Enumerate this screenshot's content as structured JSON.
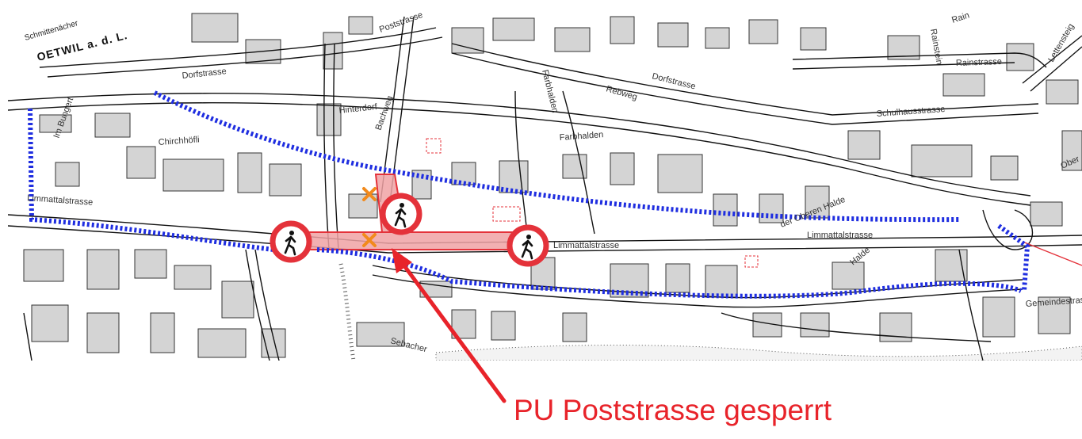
{
  "map": {
    "place_label": "OETWIL a. d. L.",
    "streets": {
      "schmittenacher": "Schmittenächer",
      "dorfstrasse_nw": "Dorfstrasse",
      "poststrasse": "Poststrasse",
      "rain": "Rain",
      "rainstrasse": "Rainstrasse",
      "rainstein": "Rainstein",
      "lettensteig": "Lettensteig",
      "dorfstrasse_ne": "Dorfstrasse",
      "schulhausstrasse": "Schulhausstrasse",
      "im_bungert": "Im Bungert",
      "chirchhof": "Chirchhöfli",
      "hinterdorf": "Hinterdorf",
      "bachweg": "Bachweg",
      "farbhalden_v": "Farbhalden",
      "farbhalden_h": "Farbhalden",
      "rebweg": "Rebweg",
      "limmattalstrasse_w": "Limmattalstrasse",
      "limmattalstrasse_c": "Limmattalstrasse",
      "limmattalstrasse_e": "Limmattalstrasse",
      "oberen_halde": "der Oberen Halde",
      "halde": "Halde",
      "sebacher": "Sebacher",
      "gemeindestrasse": "Gemeindestrasse",
      "ober": "Ober"
    },
    "colors": {
      "detour": "#1f2ee0",
      "closure": "#e4323a",
      "closure_fill": "#f0a2a4",
      "cross": "#f28a1c",
      "building": "#d4d4d4",
      "road_casing": "#111111"
    },
    "icons": {
      "pedestrian_ban": "pedestrian-prohibited-icon",
      "closure_cross": "cross-icon"
    }
  },
  "callout": {
    "text": "PU Poststrasse gesperrt",
    "color": "#e8232a"
  }
}
